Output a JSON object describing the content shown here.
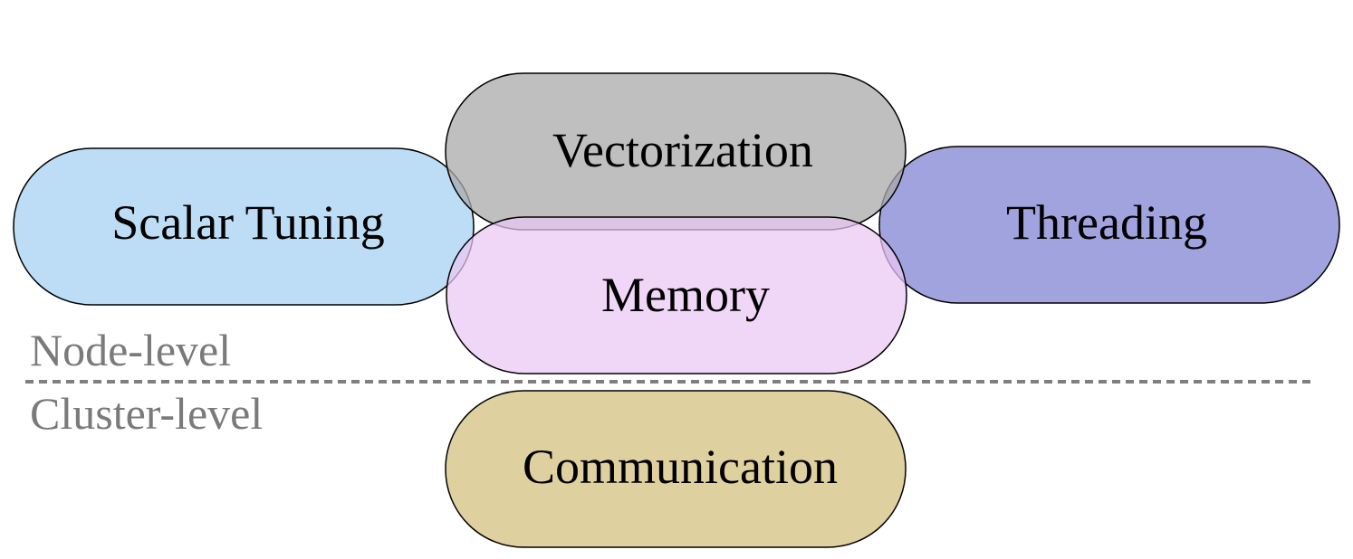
{
  "diagram": {
    "nodes": {
      "scalar": {
        "label": "Scalar Tuning",
        "fill": "#b8dbf4"
      },
      "vectorization": {
        "label": "Vectorization",
        "fill": "#bdbdbd"
      },
      "threading": {
        "label": "Threading",
        "fill": "#a1a3de"
      },
      "memory": {
        "label": "Memory",
        "fill": "#f0d8f6"
      },
      "communication": {
        "label": "Communication",
        "fill": "#dfd09f"
      }
    },
    "levels": {
      "node": "Node-level",
      "cluster": "Cluster-level"
    },
    "colors": {
      "outline": "#000000",
      "divider": "#7f7f7f",
      "level_text": "#7a7a7a"
    }
  }
}
